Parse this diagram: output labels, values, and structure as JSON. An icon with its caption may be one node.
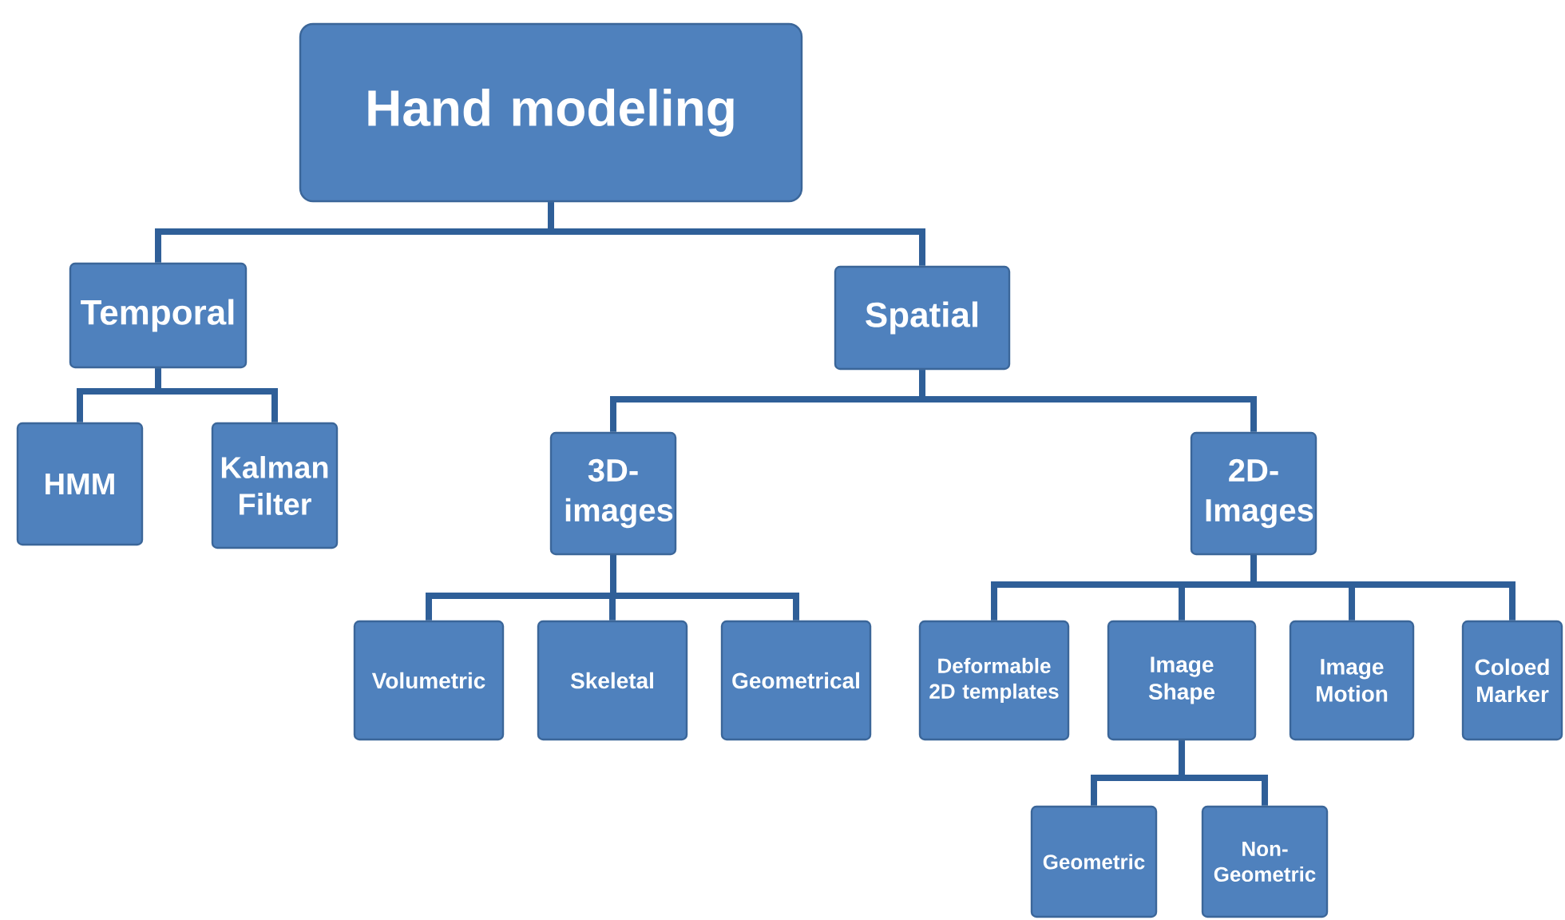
{
  "diagram": {
    "nodes": [
      {
        "text": [
          "Hand modeling"
        ]
      },
      {
        "text": [
          "Temporal"
        ]
      },
      {
        "text": [
          "Spatial"
        ]
      },
      {
        "text": [
          "HMM"
        ]
      },
      {
        "text": [
          "Kalman Filter"
        ]
      },
      {
        "text": [
          "3D-images"
        ]
      },
      {
        "text": [
          "2D-Images"
        ]
      },
      {
        "text": [
          "Volumetric"
        ]
      },
      {
        "text": [
          "Skeletal"
        ]
      },
      {
        "text": [
          "Geometrical"
        ]
      },
      {
        "text": [
          "Deformable 2D templates"
        ]
      },
      {
        "text": [
          "Image Shape"
        ]
      },
      {
        "text": [
          "Image Motion"
        ]
      },
      {
        "text": [
          "Coloed Marker"
        ]
      },
      {
        "text": [
          "Geometric"
        ]
      },
      {
        "text": [
          "Non-Geometric"
        ]
      }
    ],
    "edges": [
      {
        "from": 0,
        "to": 1,
        "arrow": "none"
      },
      {
        "from": 0,
        "to": 2,
        "arrow": "none"
      },
      {
        "from": 1,
        "to": 3,
        "arrow": "none"
      },
      {
        "from": 1,
        "to": 4,
        "arrow": "none"
      },
      {
        "from": 2,
        "to": 5,
        "arrow": "none"
      },
      {
        "from": 2,
        "to": 6,
        "arrow": "none"
      },
      {
        "from": 5,
        "to": 7,
        "arrow": "none"
      },
      {
        "from": 5,
        "to": 8,
        "arrow": "none"
      },
      {
        "from": 5,
        "to": 9,
        "arrow": "none"
      },
      {
        "from": 6,
        "to": 10,
        "arrow": "none"
      },
      {
        "from": 6,
        "to": 11,
        "arrow": "none"
      },
      {
        "from": 6,
        "to": 12,
        "arrow": "none"
      },
      {
        "from": 6,
        "to": 13,
        "arrow": "none"
      },
      {
        "from": 11,
        "to": 14,
        "arrow": "none"
      },
      {
        "from": 11,
        "to": 15,
        "arrow": "none"
      }
    ]
  }
}
